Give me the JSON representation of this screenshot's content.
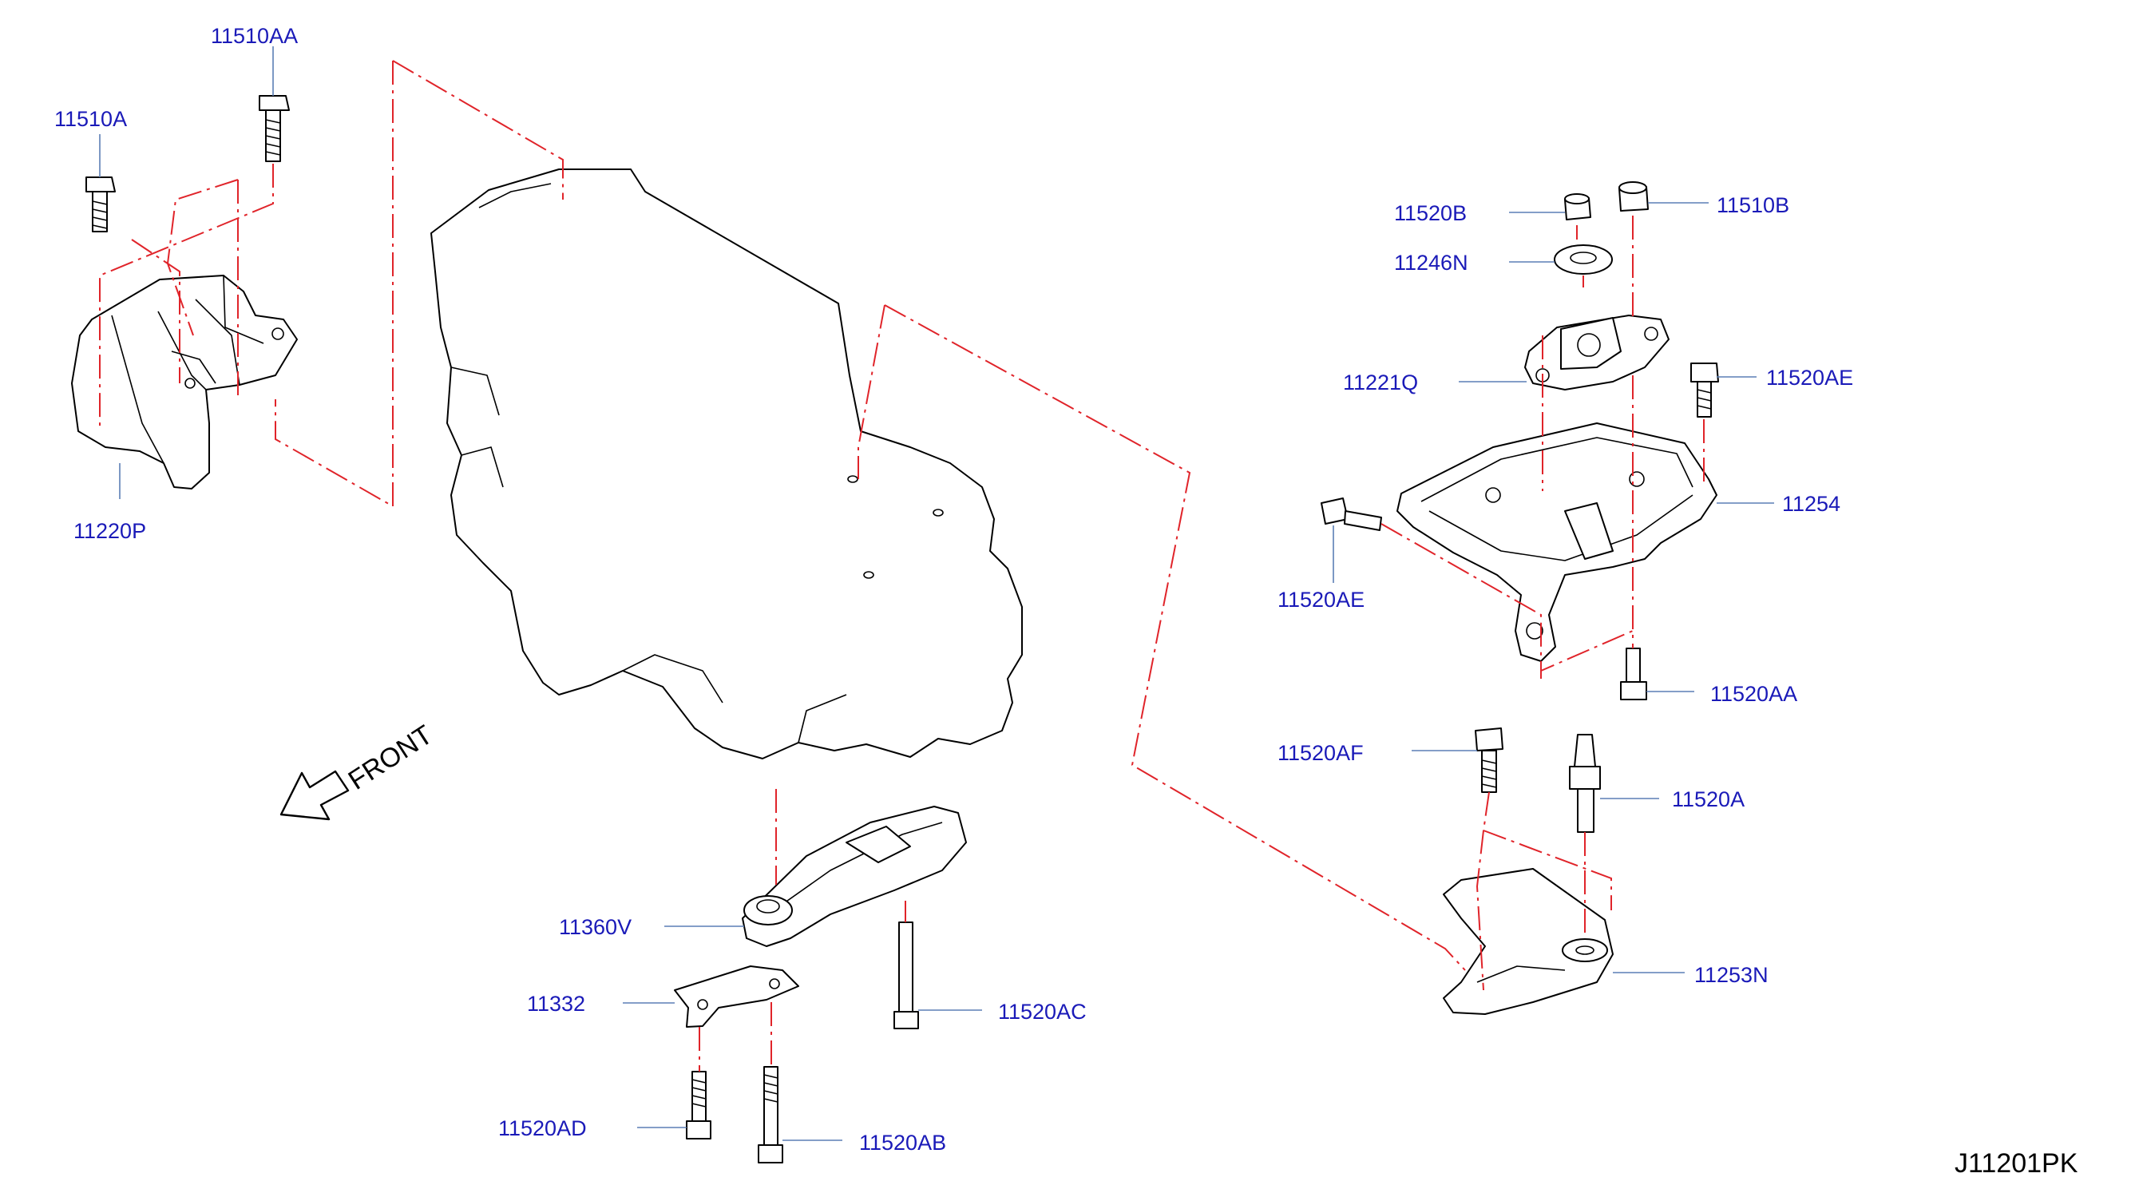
{
  "diagram": {
    "code": "J11201PK",
    "front": "FRONT",
    "labels": {
      "p11510AA": "11510AA",
      "p11510A": "11510A",
      "p11220P": "11220P",
      "p11520B": "11520B",
      "p11510B": "11510B",
      "p11246N": "11246N",
      "p11221Q": "11221Q",
      "p11520AE_r": "11520AE",
      "p11254": "11254",
      "p11520AE_l": "11520AE",
      "p11520AA": "11520AA",
      "p11520AF": "11520AF",
      "p11520A": "11520A",
      "p11360V": "11360V",
      "p11332": "11332",
      "p11520AC": "11520AC",
      "p11253N": "11253N",
      "p11520AD": "11520AD",
      "p11520AB": "11520AB"
    }
  }
}
